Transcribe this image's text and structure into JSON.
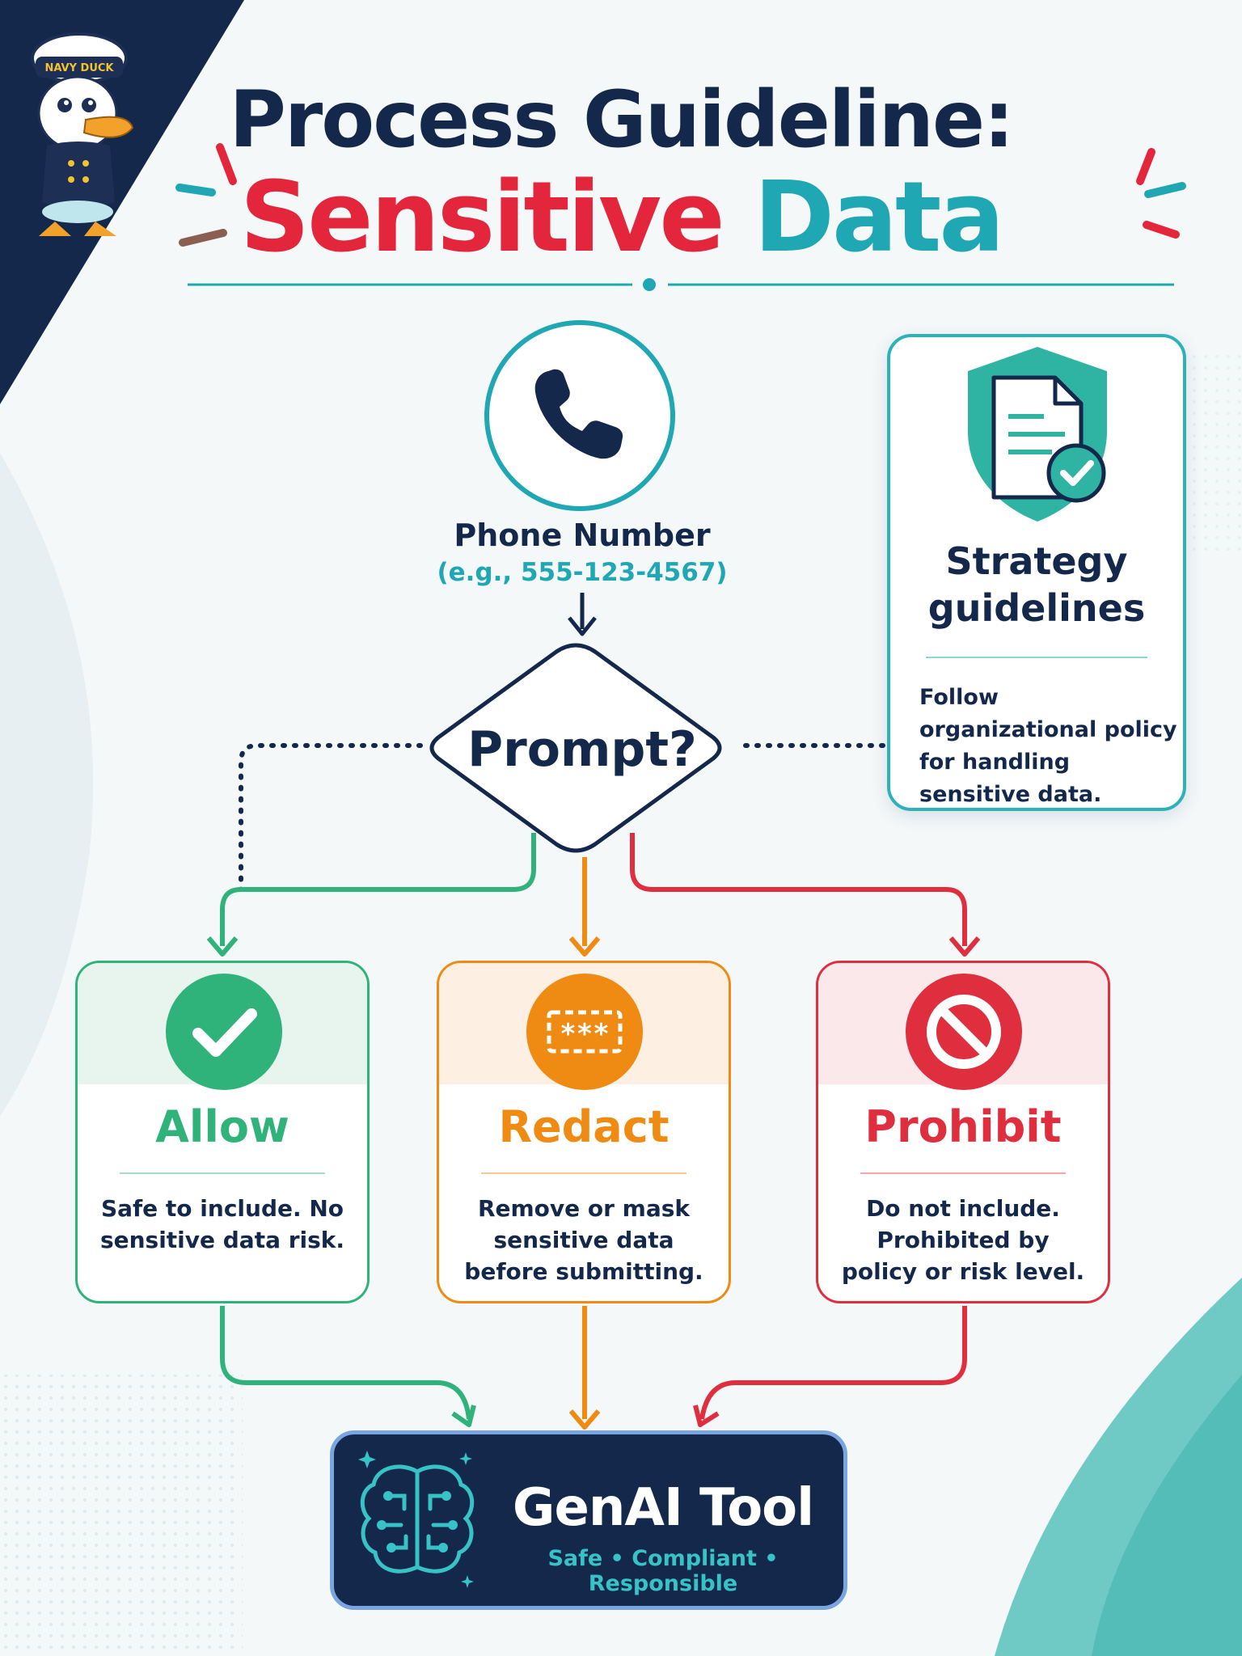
{
  "mascot": {
    "hat_text": "NAVY DUCK"
  },
  "title": {
    "line1": "Process Guideline:",
    "line2_part1": "Sensitive",
    "line2_part2": "Data"
  },
  "input": {
    "label": "Phone Number",
    "example": "(e.g., 555-123-4567)"
  },
  "decision": {
    "label": "Prompt?"
  },
  "strategy": {
    "title": "Strategy guidelines",
    "body": "Follow organizational policy for handling sensitive data."
  },
  "outcomes": [
    {
      "title": "Allow",
      "body": "Safe to include. No sensitive data risk.",
      "color": "#2fb37a"
    },
    {
      "title": "Redact",
      "body": "Remove or mask sensitive data before submitting.",
      "color": "#ef8a12"
    },
    {
      "title": "Prohibit",
      "body": "Do not include. Prohibited by policy or risk level.",
      "color": "#df2e3e"
    }
  ],
  "redact_icon_text": "***",
  "tool": {
    "title": "GenAI Tool",
    "subtitle": "Safe • Compliant • Responsible"
  },
  "colors": {
    "navy": "#13284b",
    "teal": "#1fa7b3",
    "red": "#e3263b",
    "green": "#2fb37a",
    "orange": "#ef8a12",
    "prohibit_red": "#df2e3e"
  },
  "icons": [
    "phone-icon",
    "shield-document-icon",
    "check-icon",
    "masked-text-icon",
    "prohibited-icon",
    "brain-circuit-icon"
  ]
}
